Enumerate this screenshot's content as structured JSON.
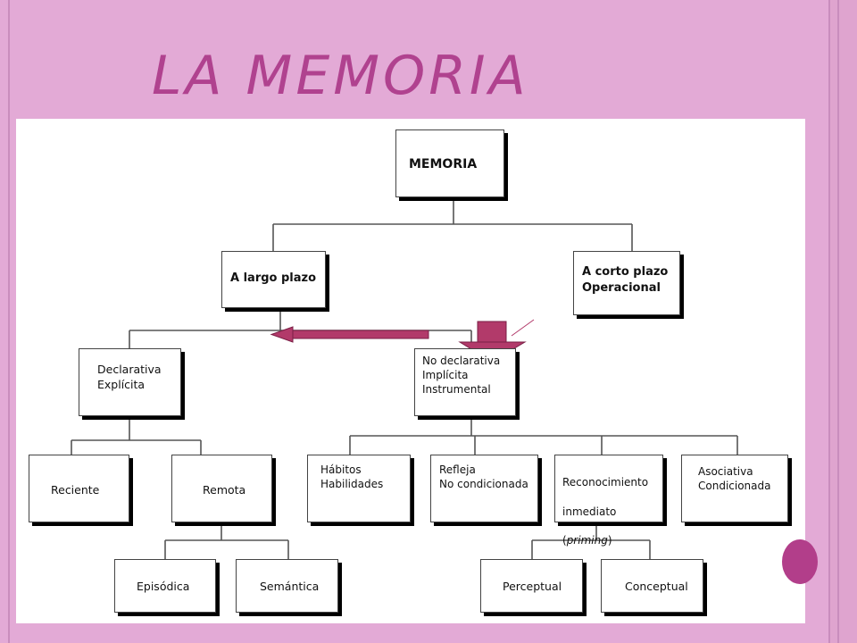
{
  "slide": {
    "title": "LA MEMORIA"
  },
  "diagram": {
    "root": "MEMORIA",
    "long_term": "A largo plazo",
    "short_term": "A corto plazo\nOperacional",
    "declarative": "Declarativa\nExplícita",
    "non_declarative": "No declarativa\nImplícita\nInstrumental",
    "recent": "Reciente",
    "remote": "Remota",
    "habits": "Hábitos\nHabilidades",
    "reflex": "Refleja\nNo condicionada",
    "recognition_line1": "Reconocimiento",
    "recognition_line2": "inmediato",
    "recognition_line3_open": "(",
    "recognition_line3_italic": "priming",
    "recognition_line3_close": ")",
    "associative": "Asociativa\nCondicionada",
    "episodic": "Episódica",
    "semantic": "Semántica",
    "perceptual": "Perceptual",
    "conceptual": "Conceptual"
  },
  "colors": {
    "background": "#e3aad6",
    "title": "#b0428f",
    "arrow": "#b23a6a"
  }
}
